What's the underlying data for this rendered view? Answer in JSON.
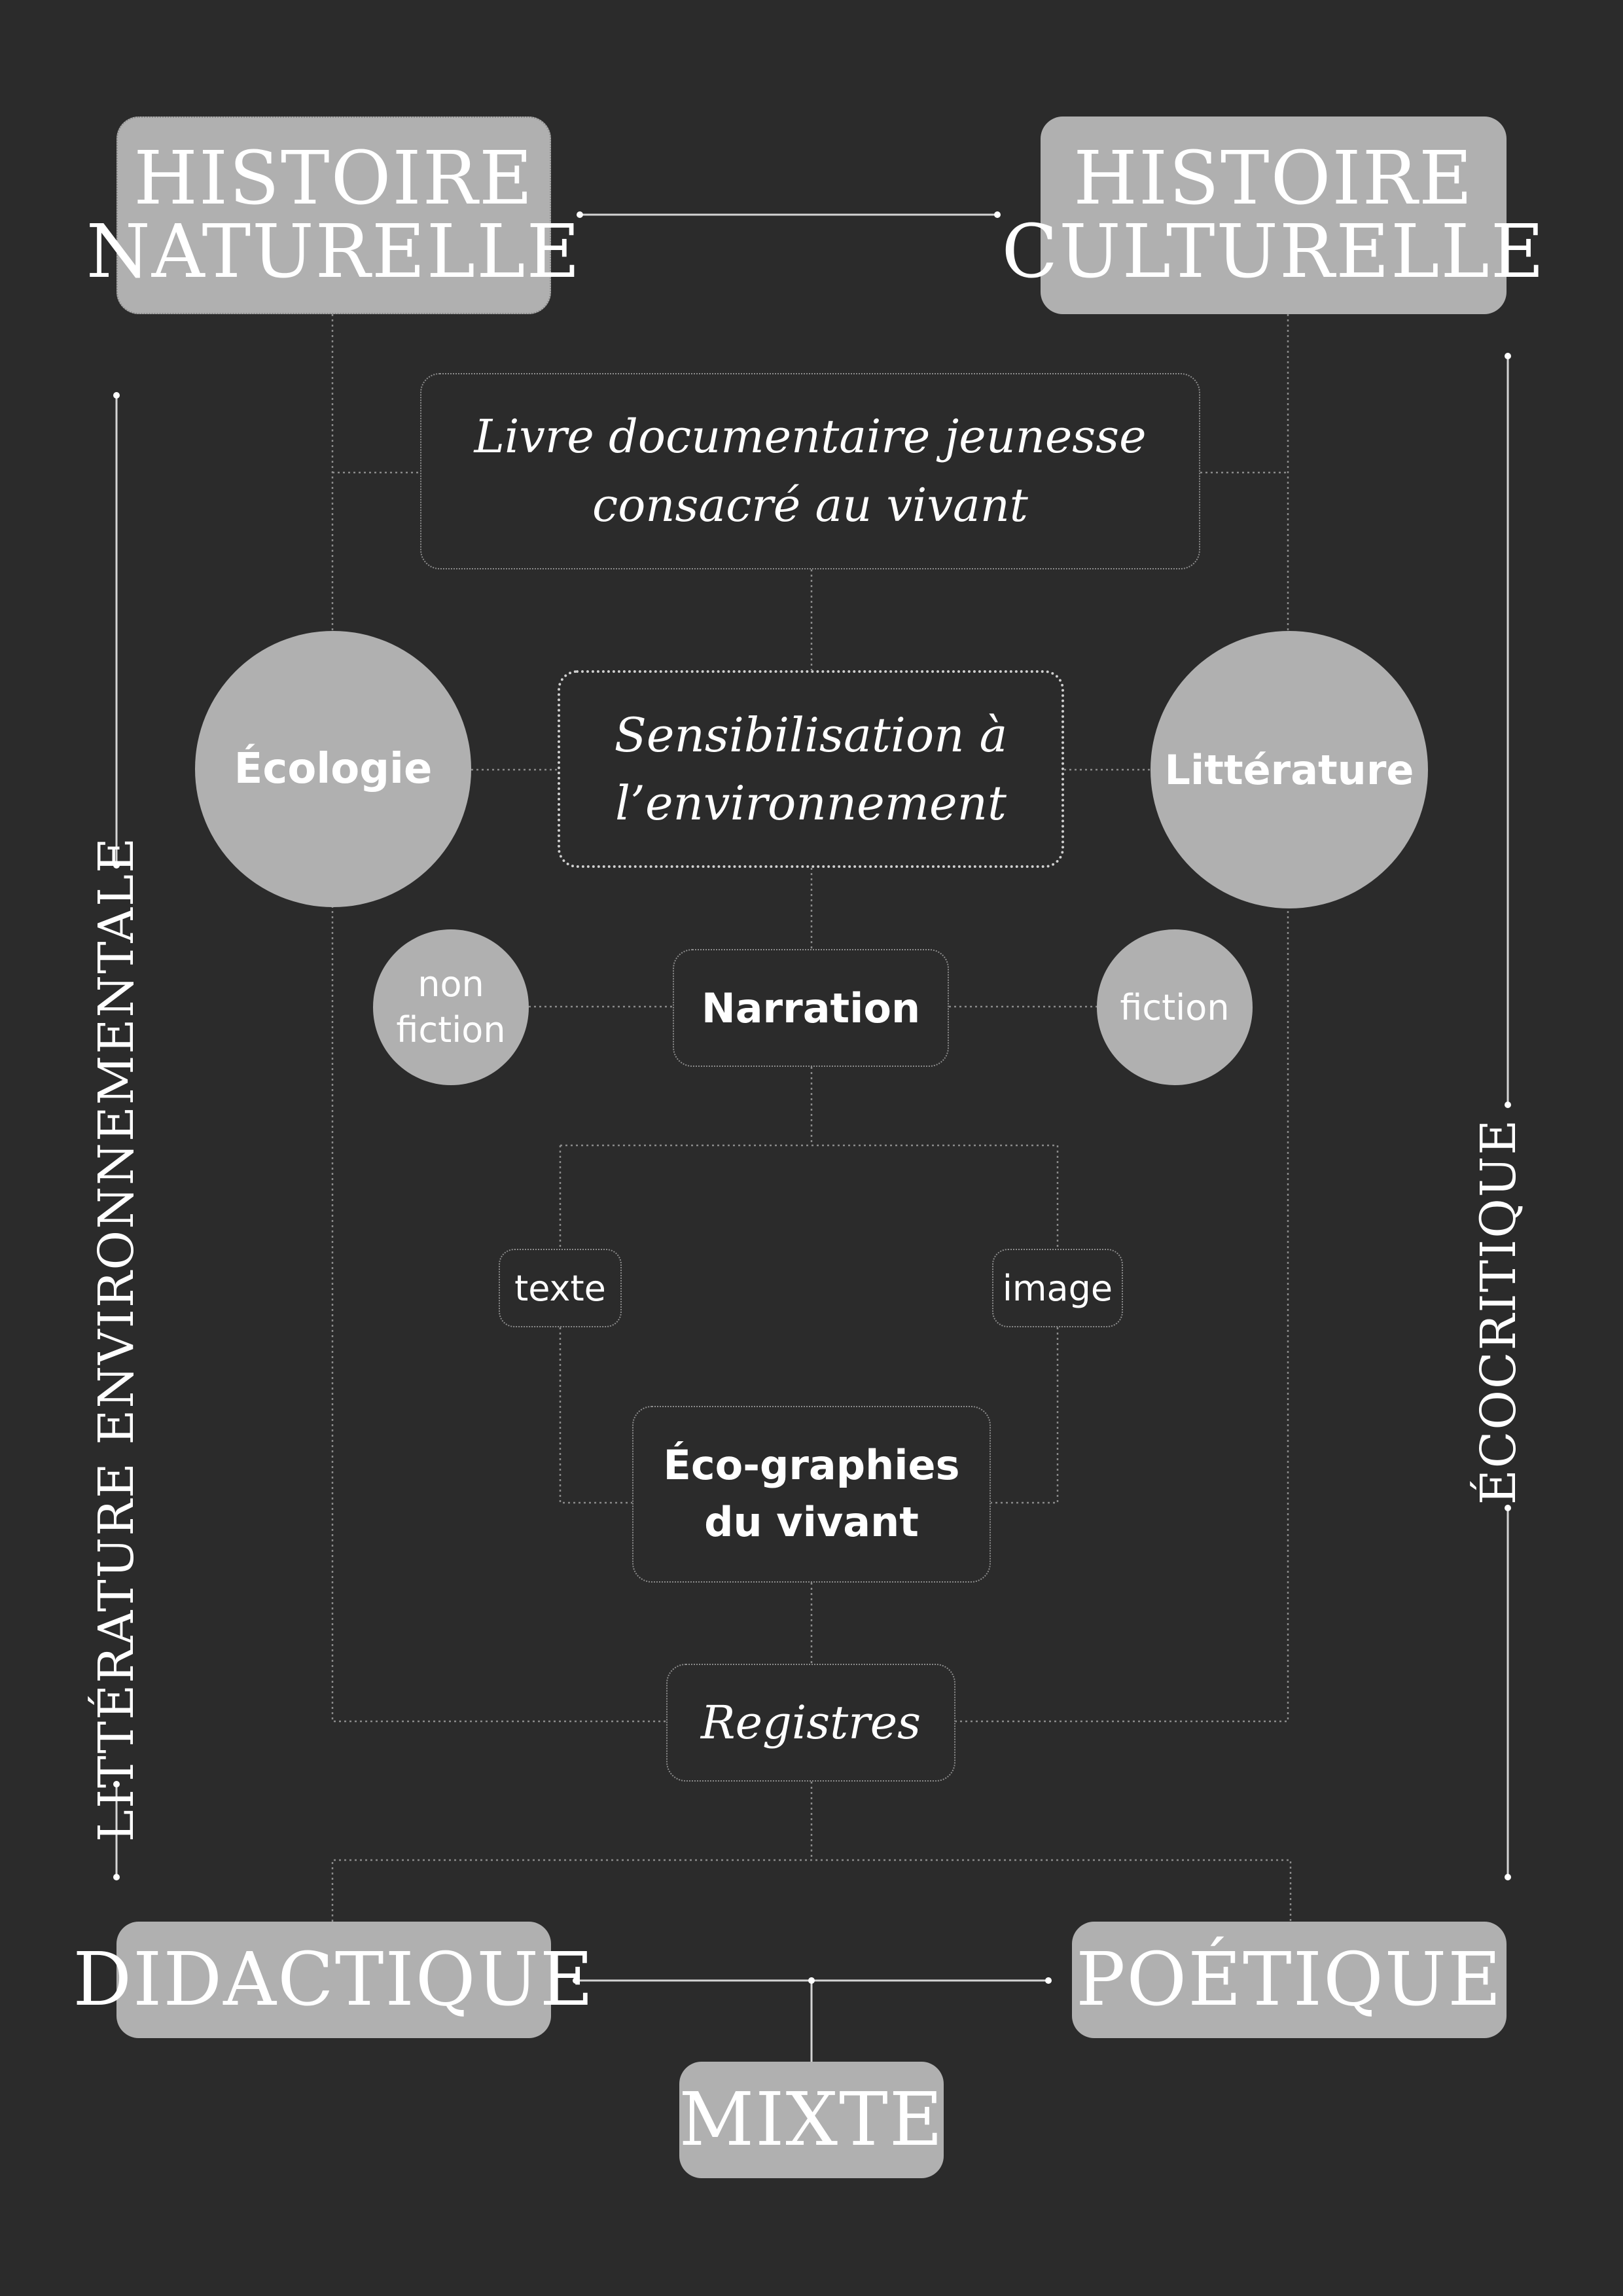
{
  "top": {
    "left_title": "HISTOIRE\nNATURELLE",
    "right_title": "HISTOIRE\nCULTURELLE"
  },
  "center": {
    "livre": "Livre documentaire jeunesse\nconsacré au vivant",
    "sensibilisation": "Sensibilisation à\nl’environnement",
    "narration": "Narration",
    "ecographies": "Éco-graphies\ndu vivant",
    "registres": "Registres"
  },
  "circles": {
    "ecologie": "Écologie",
    "litterature": "Littérature",
    "non_fiction": "non\nfiction",
    "fiction": "fiction"
  },
  "media": {
    "texte": "texte",
    "image": "image"
  },
  "bottom": {
    "didactique": "DIDACTIQUE",
    "poetique": "POÉTIQUE",
    "mixte": "MIXTE"
  },
  "side_labels": {
    "left": "LITTÉRATURE ENVIRONNEMENTALE",
    "right": "ÉCOCRITIQUE"
  },
  "colors": {
    "background": "#2b2b2b",
    "node_fill": "#b0b0b0",
    "text": "#ffffff"
  }
}
